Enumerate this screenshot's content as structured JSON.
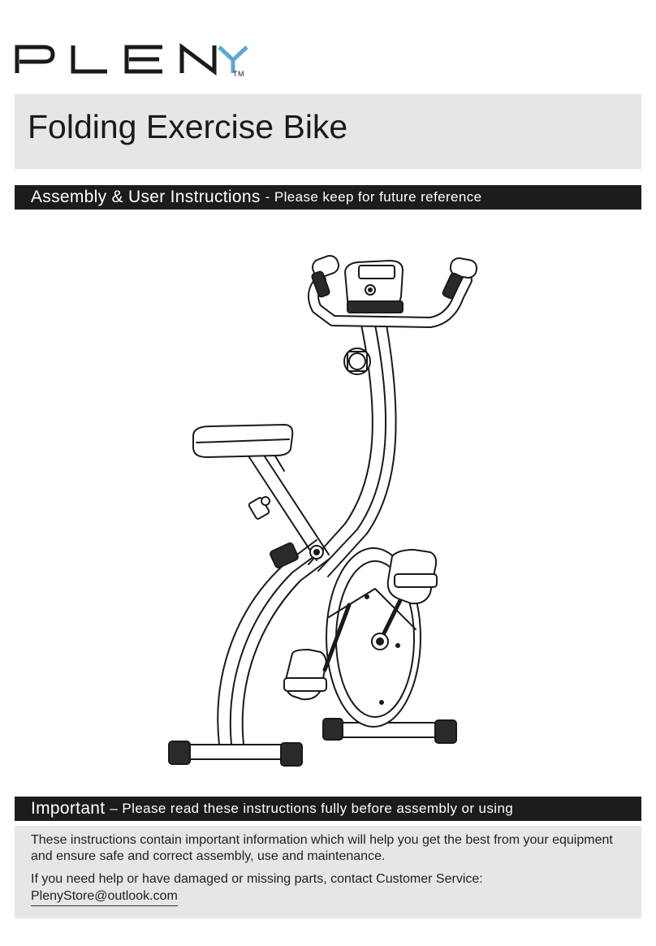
{
  "brand": {
    "logo_text": "PLENY",
    "trademark": "TM",
    "colors": {
      "dark": "#1a1a1a",
      "accent": "#5ba9d6"
    }
  },
  "title": "Folding Exercise Bike",
  "assembly_bar": {
    "lead": "Assembly & User Instructions",
    "tail": "- Please keep for future reference"
  },
  "illustration": {
    "icon": "folding-exercise-bike-line-drawing"
  },
  "important_bar": {
    "lead": "Important",
    "tail": "– Please read these instructions fully before assembly or using"
  },
  "info": {
    "paragraph1": "These instructions contain important information which will help you get the best from your equipment and ensure safe and correct assembly, use and maintenance.",
    "paragraph2": "If you need help or have damaged or missing parts, contact Customer Service:",
    "email": "PlenyStore@outlook.com"
  }
}
